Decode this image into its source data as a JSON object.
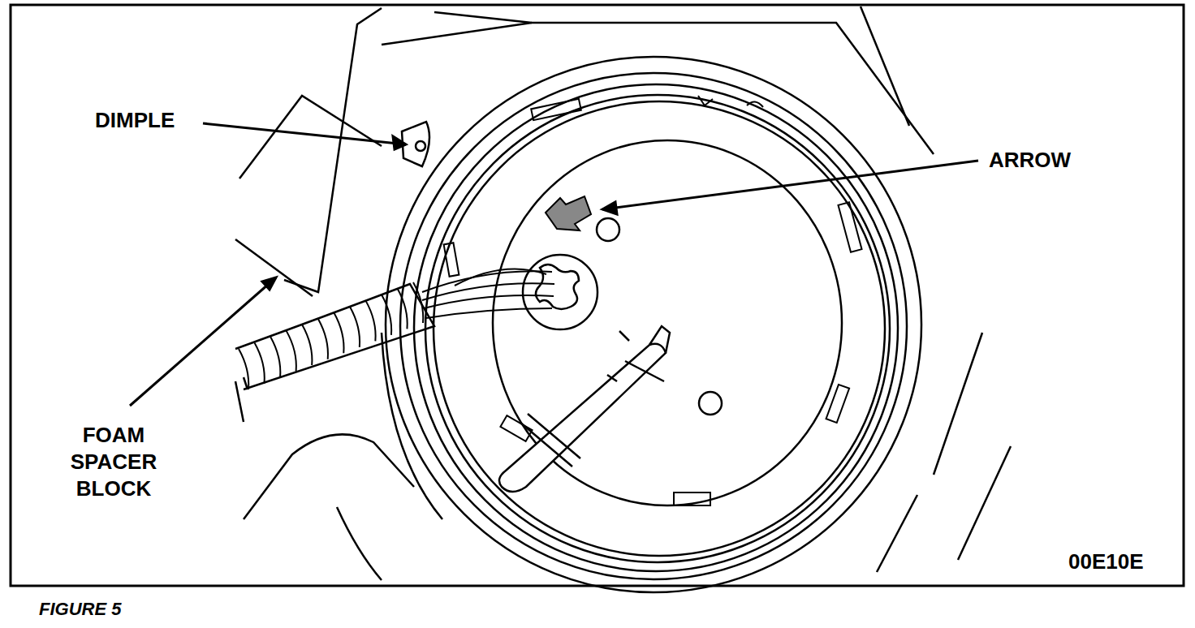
{
  "diagram": {
    "caption": "FIGURE 5",
    "labels": [
      "DIMPLE",
      "ARROW",
      "FOAM SPACER BLOCK",
      "00E10E"
    ]
  }
}
